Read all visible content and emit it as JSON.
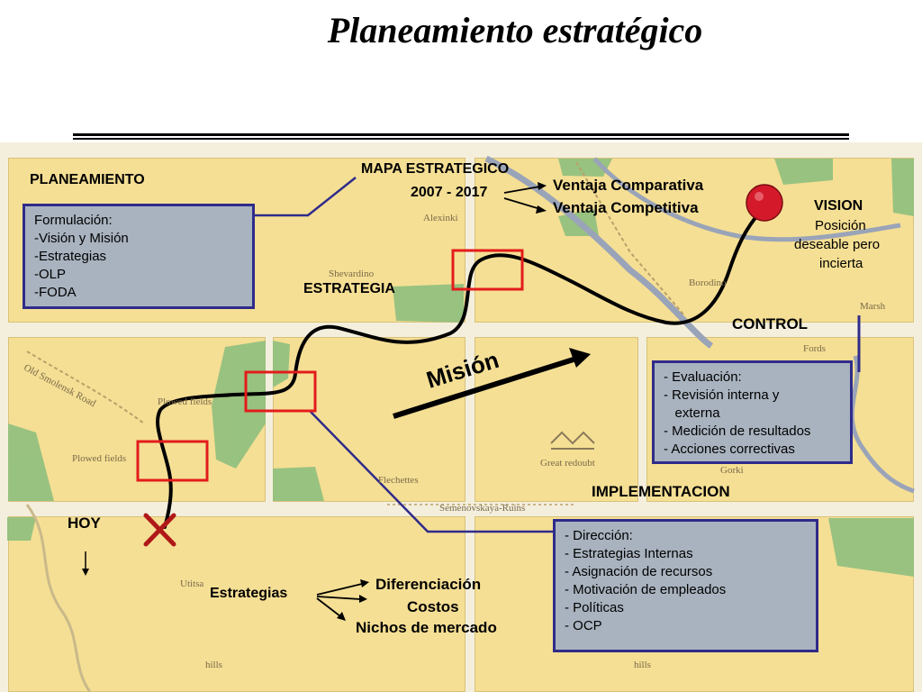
{
  "title": "Planeamiento estratégico",
  "labels": {
    "planeamiento": "PLANEAMIENTO",
    "mapa_estrategico": "MAPA ESTRATEGICO",
    "periodo": "2007 - 2017",
    "ventaja_comparativa": "Ventaja Comparativa",
    "ventaja_competitiva": "Ventaja Competitiva",
    "vision": "VISION",
    "vision_desc": [
      "Posición",
      "deseable pero",
      "incierta"
    ],
    "estrategia": "ESTRATEGIA",
    "control": "CONTROL",
    "mision": "Misión",
    "implementacion": "IMPLEMENTACION",
    "hoy": "HOY",
    "estrategias": "Estrategias",
    "diferenciacion": "Diferenciación",
    "costos": "Costos",
    "nichos": "Nichos de mercado"
  },
  "boxes": {
    "formulacion": [
      "Formulación:",
      "-Visión y Misión",
      "-Estrategias",
      "-OLP",
      "-FODA"
    ],
    "control": [
      "- Evaluación:",
      "- Revisión interna y",
      "   externa",
      "- Medición de resultados",
      "- Acciones correctivas"
    ],
    "implementacion": [
      "- Dirección:",
      "- Estrategias Internas",
      "- Asignación de recursos",
      "- Motivación de empleados",
      "- Políticas",
      "- OCP"
    ]
  },
  "map_texts": {
    "alexinki": "Alexinki",
    "shevardino": "Shevardino",
    "borodino": "Borodino",
    "marsh": "Marsh",
    "old_smolensk_road": "Old Smolensk Road",
    "plowed_fields_1": "Plowed fields",
    "plowed_fields_2": "Plowed fields",
    "utitsa": "Utitsa",
    "fleches": "Flechettes",
    "great_redoubt": "Great redoubt",
    "gorki": "Gorki",
    "fords": "Fords",
    "semenovskaya": "Semenovskaya-Ruins",
    "hills_1": "hills",
    "hills_2": "hills"
  },
  "colors": {
    "box_fill": "#a9b3bf",
    "box_border": "#2f2b8a",
    "path": "#000000",
    "marker": "#e21c1c",
    "cross": "#b01818",
    "vision_dot": "#d41a2a",
    "map_tile": "#f5df94",
    "forest": "#8fbf7d",
    "river": "#9aa4b8"
  }
}
